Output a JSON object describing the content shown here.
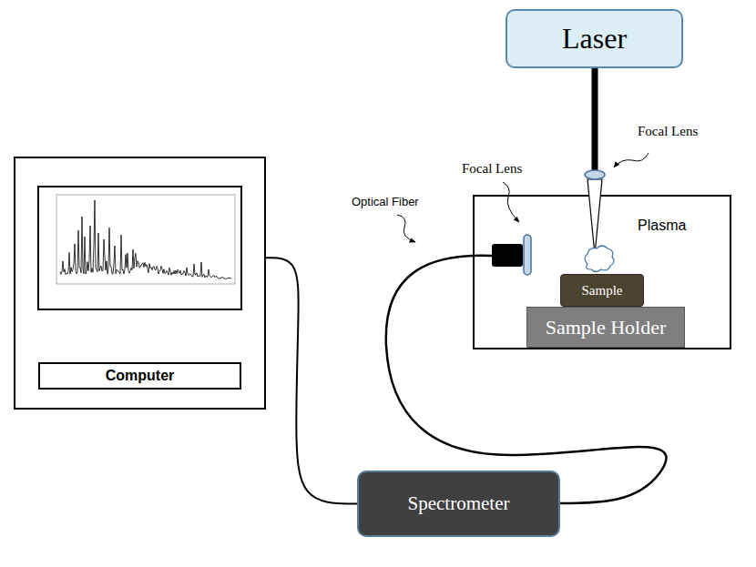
{
  "diagram": {
    "nodes": [
      {
        "text": [
          "Laser"
        ]
      },
      {
        "text": [
          "Computer"
        ]
      },
      {
        "text": [
          "Sample"
        ]
      },
      {
        "text": [
          "Sample Holder"
        ]
      },
      {
        "text": [
          "Spectrometer"
        ]
      }
    ],
    "edges": [
      {
        "from": 1,
        "to": 4,
        "arrow": "none"
      }
    ],
    "labels": [
      "Focal Lens",
      "Focal Lens",
      "Optical Fiber",
      "Plasma"
    ]
  }
}
